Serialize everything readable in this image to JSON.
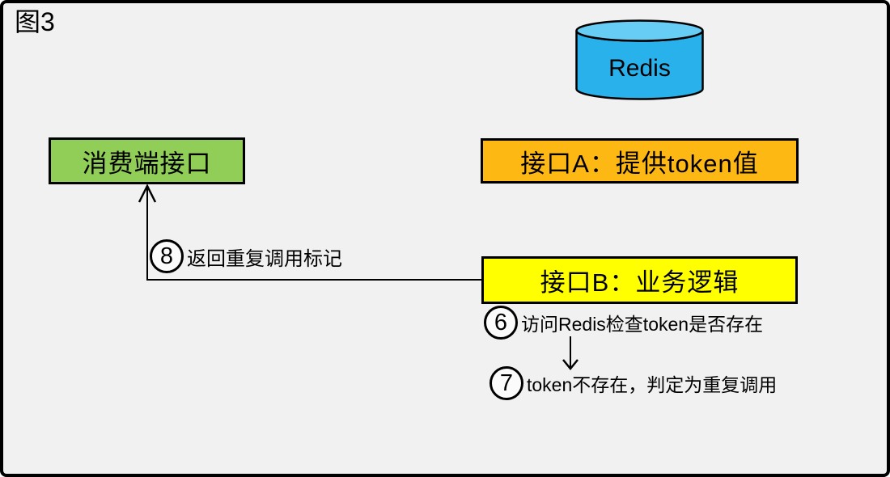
{
  "canvas": {
    "background": "#F1F1F1",
    "border_color": "#000000"
  },
  "figure_label": "图3",
  "redis": {
    "label": "Redis",
    "body_color": "#29B1EC",
    "top_color": "#67CDF4"
  },
  "boxes": {
    "consumer": {
      "label": "消费端接口",
      "fill": "#90CE58"
    },
    "interface_a": {
      "label": "接口A：提供token值",
      "fill": "#FDB813"
    },
    "interface_b": {
      "label": "接口B：业务逻辑",
      "fill": "#FFFF00"
    }
  },
  "steps": [
    {
      "number": "8",
      "text": "返回重复调用标记"
    },
    {
      "number": "6",
      "text": "访问Redis检查token是否存在"
    },
    {
      "number": "7",
      "text": "token不存在，判定为重复调用"
    }
  ]
}
